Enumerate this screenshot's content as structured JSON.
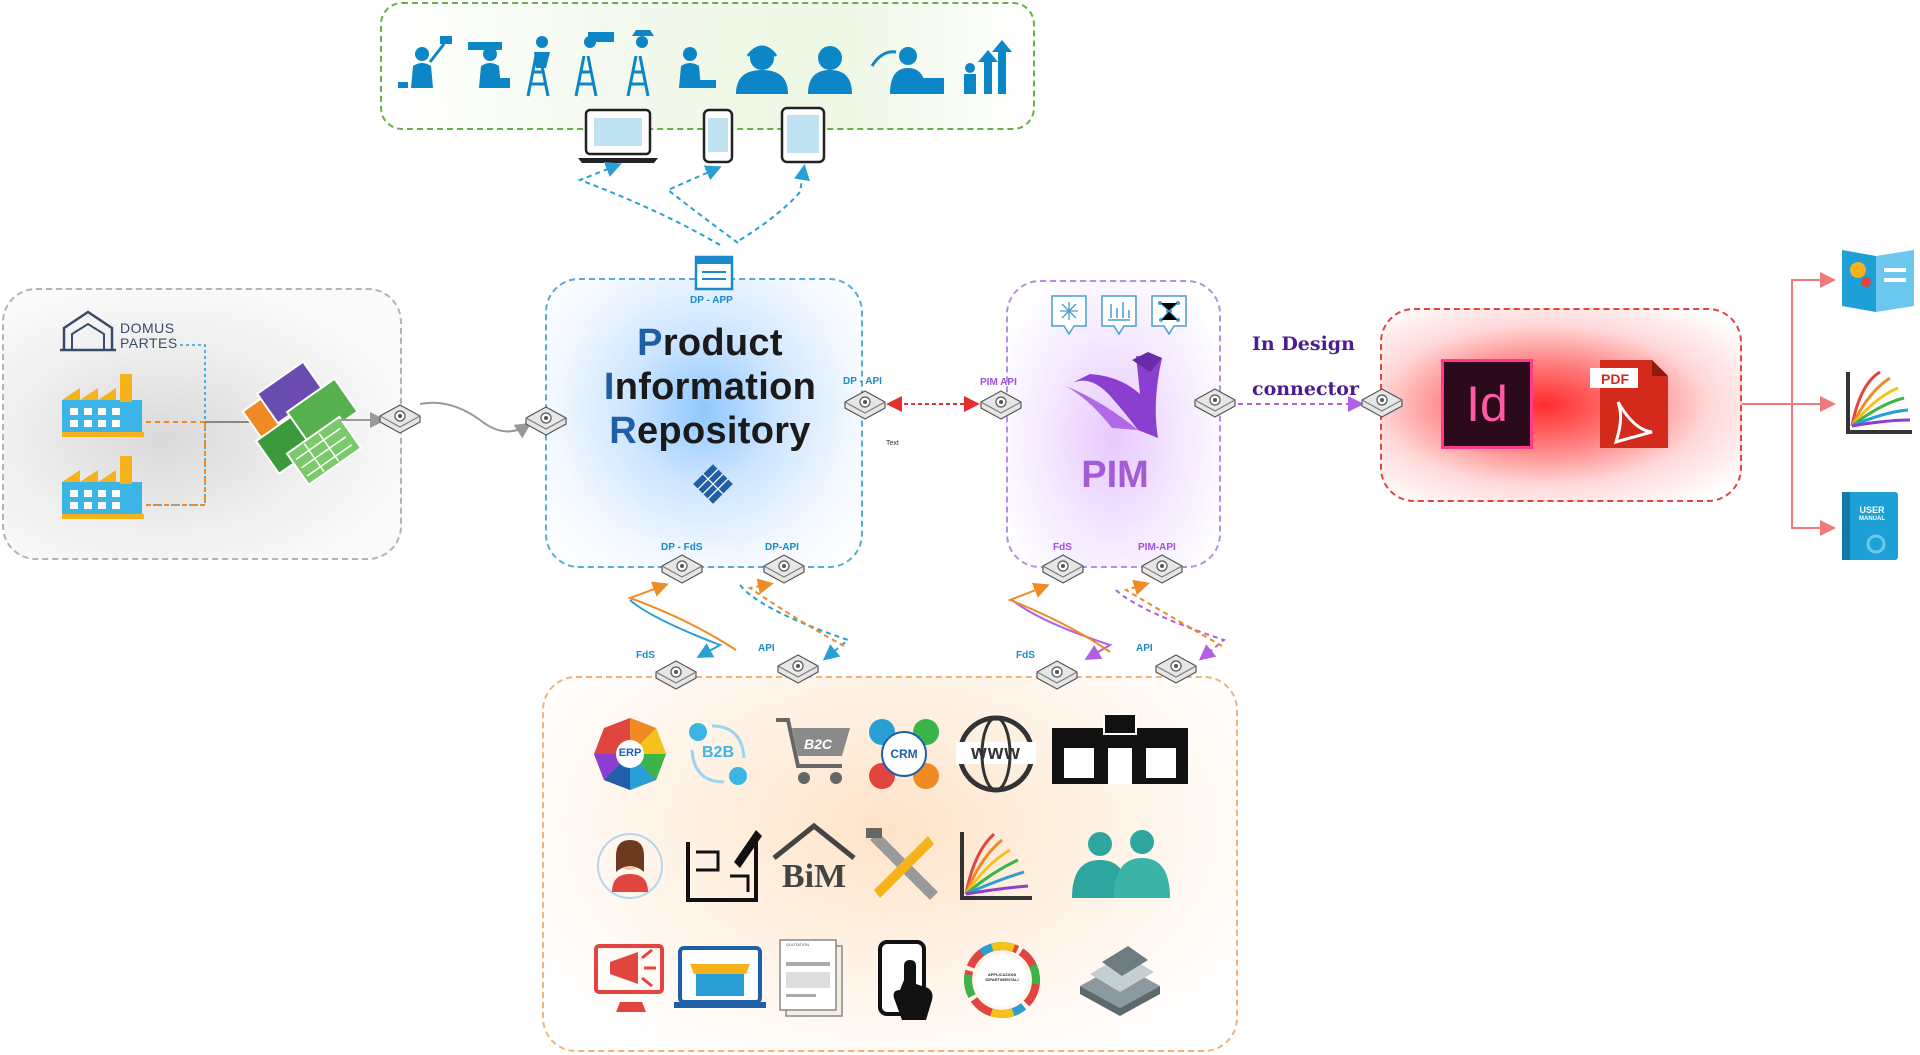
{
  "colors": {
    "blue_icon": "#0c86c6",
    "pir_blue": "#1f5fa8",
    "pim_purple": "#a45bd6",
    "connector_purple": "#4b1b8f",
    "orange": "#f08a24",
    "red": "#e0453f",
    "green_border": "#66b04a"
  },
  "users": {
    "icons": [
      "technician-icon",
      "technician-icon",
      "ladder-worker-icon",
      "ladder-worker-icon",
      "ladder-worker-icon",
      "worker-icon",
      "support-agent-icon",
      "user-icon",
      "presenter-icon",
      "growth-icon"
    ],
    "devices": [
      "laptop-icon",
      "smartphone-icon",
      "tablet-icon"
    ]
  },
  "sources": {
    "logo_line1": "DOMUS",
    "logo_line2": "PARTES"
  },
  "pir": {
    "title_line1_first": "P",
    "title_line1_rest": "roduct",
    "title_line2_first": "I",
    "title_line2_rest": "nformation",
    "title_line3_first": "R",
    "title_line3_rest": "epository",
    "app_label": "DP - APP",
    "api_label": "DP - API",
    "fds_label": "DP - FdS",
    "dpapi_label": "DP-API"
  },
  "link_text": "Text",
  "pim": {
    "word": "PIM",
    "api_label": "PIM API",
    "fds_label": "FdS",
    "pimapi_label": "PIM-API"
  },
  "connector": {
    "line1": "In Design",
    "line2": "connector"
  },
  "publishing": {
    "indesign_text": "Id",
    "pdf_text": "PDF",
    "manual_line1": "USER",
    "manual_line2": "MANUAL"
  },
  "channel_links": {
    "left_fds": "FdS",
    "left_api": "API",
    "right_fds": "FdS",
    "right_api": "API"
  },
  "channels": {
    "erp": "ERP",
    "b2b": "B2B",
    "b2c": "B2C",
    "crm": "CRM",
    "www": "www",
    "bim": "BiM",
    "quotation": "QUOTATION",
    "apps_line1": "APPLICAZIONI",
    "apps_line2": "DIPARTIMENTALI"
  }
}
